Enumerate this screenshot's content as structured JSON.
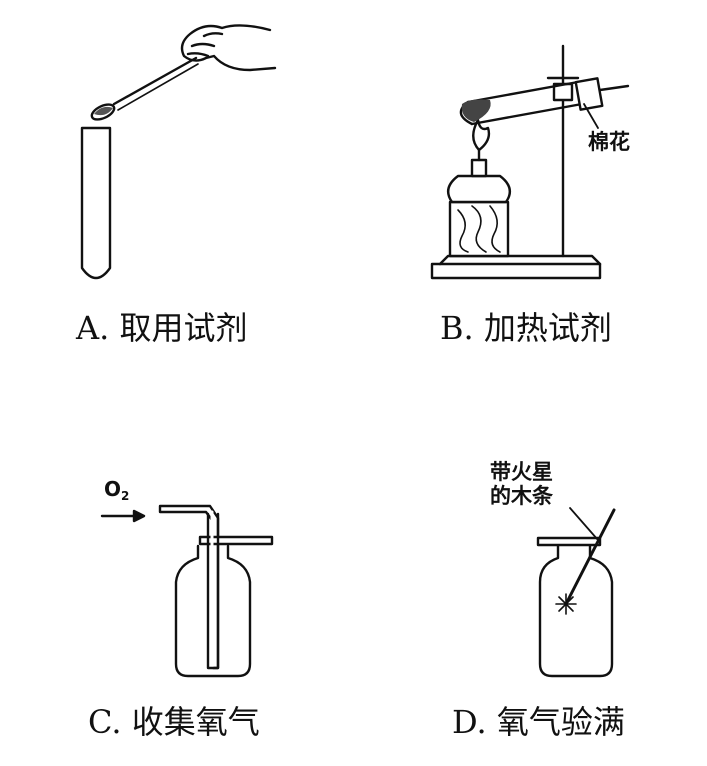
{
  "panels": {
    "a": {
      "caption": "A. 取用试剂"
    },
    "b": {
      "caption": "B. 加热试剂",
      "cotton_label": "棉花"
    },
    "c": {
      "caption": "C. 收集氧气",
      "gas_label": "O",
      "gas_subscript": "2"
    },
    "d": {
      "caption": "D. 氧气验满",
      "splint_label_line1": "带火星",
      "splint_label_line2": "的木条"
    }
  }
}
